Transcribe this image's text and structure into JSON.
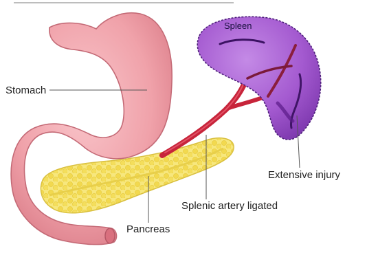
{
  "labels": {
    "stomach": "Stomach",
    "spleen": "Spleen",
    "extensive_injury": "Extensive injury",
    "splenic_artery": "Splenic artery ligated",
    "pancreas": "Pancreas"
  },
  "colors": {
    "stomach": "#f0a2aa",
    "stomach_outline": "#c46a76",
    "spleen": "#a45ad0",
    "spleen_dark": "#6a2c9a",
    "artery": "#c7243a",
    "pancreas": "#f5e46e",
    "leader_line": "#555555"
  }
}
